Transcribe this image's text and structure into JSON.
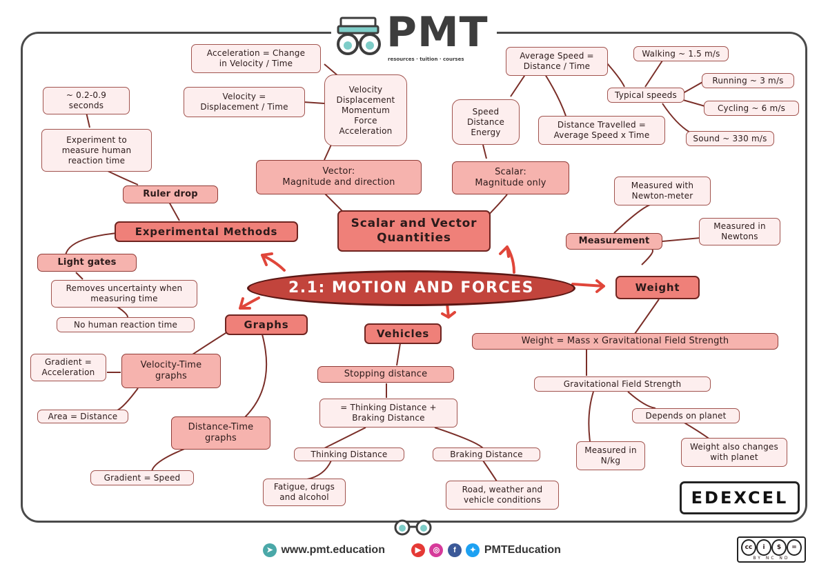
{
  "logo": {
    "text": "PMT",
    "tagline": "resources · tuition · courses"
  },
  "central": "2.1: MOTION AND FORCES",
  "scalar_vector": {
    "title": "Scalar and Vector\nQuantities",
    "vector": "Vector:\nMagnitude and direction",
    "vector_examples": "Velocity\nDisplacement\nMomentum\nForce\nAcceleration",
    "acceleration_eq": "Acceleration = Change\nin Velocity / Time",
    "velocity_eq": "Velocity =\nDisplacement / Time",
    "scalar": "Scalar:\nMagnitude only",
    "scalar_examples": "Speed\nDistance\nEnergy",
    "avg_speed": "Average Speed =\nDistance / Time",
    "distance_travelled": "Distance Travelled =\nAverage Speed x Time",
    "typical_speeds": "Typical speeds",
    "walking": "Walking ~ 1.5 m/s",
    "running": "Running ~ 3 m/s",
    "cycling": "Cycling ~ 6 m/s",
    "sound": "Sound ~ 330 m/s"
  },
  "experimental": {
    "title": "Experimental Methods",
    "ruler_drop": "Ruler drop",
    "experiment": "Experiment to\nmeasure human\nreaction time",
    "reaction_range": "~ 0.2-0.9\nseconds",
    "light_gates": "Light gates",
    "removes_uncertainty": "Removes uncertainty when\nmeasuring time",
    "no_reaction": "No human reaction time"
  },
  "graphs": {
    "title": "Graphs",
    "vt": "Velocity-Time\ngraphs",
    "gradient_accel": "Gradient =\nAcceleration",
    "area_distance": "Area = Distance",
    "dt": "Distance-Time\ngraphs",
    "gradient_speed": "Gradient = Speed"
  },
  "vehicles": {
    "title": "Vehicles",
    "stopping": "Stopping distance",
    "stopping_eq": "= Thinking Distance +\nBraking Distance",
    "thinking": "Thinking Distance",
    "braking": "Braking Distance",
    "thinking_factors": "Fatigue, drugs\nand alcohol",
    "braking_factors": "Road, weather and\nvehicle conditions"
  },
  "weight": {
    "title": "Weight",
    "measurement": "Measurement",
    "newton_meter": "Measured with\nNewton-meter",
    "newtons": "Measured in\nNewtons",
    "equation": "Weight = Mass x Gravitational Field Strength",
    "gfs": "Gravitational Field Strength",
    "depends": "Depends on planet",
    "nkg": "Measured in\nN/kg",
    "changes": "Weight also changes\nwith planet"
  },
  "board": "EDEXCEL",
  "footer": {
    "website": "www.pmt.education",
    "social": "PMTEducation"
  },
  "license": {
    "labels": "BY  NC  ND"
  },
  "colors": {
    "line": "#7a2e28",
    "arrow": "#e0463a",
    "central": "#c2443c",
    "strong": "#ef8079",
    "mid": "#f6b3ae",
    "light": "#fdeeee"
  }
}
